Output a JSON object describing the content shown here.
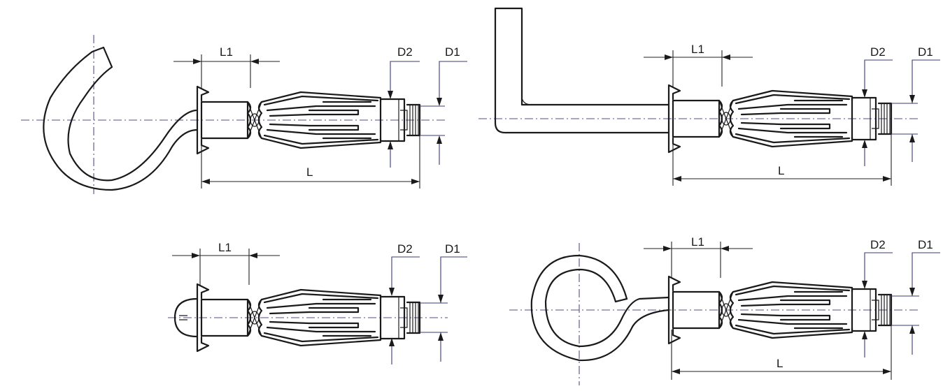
{
  "labels": {
    "length": "L",
    "collar_length": "L1",
    "body_diameter": "D2",
    "thread_diameter": "D1"
  },
  "colors": {
    "ink": "#1a1a1a",
    "centerline": "#5a4a88"
  }
}
